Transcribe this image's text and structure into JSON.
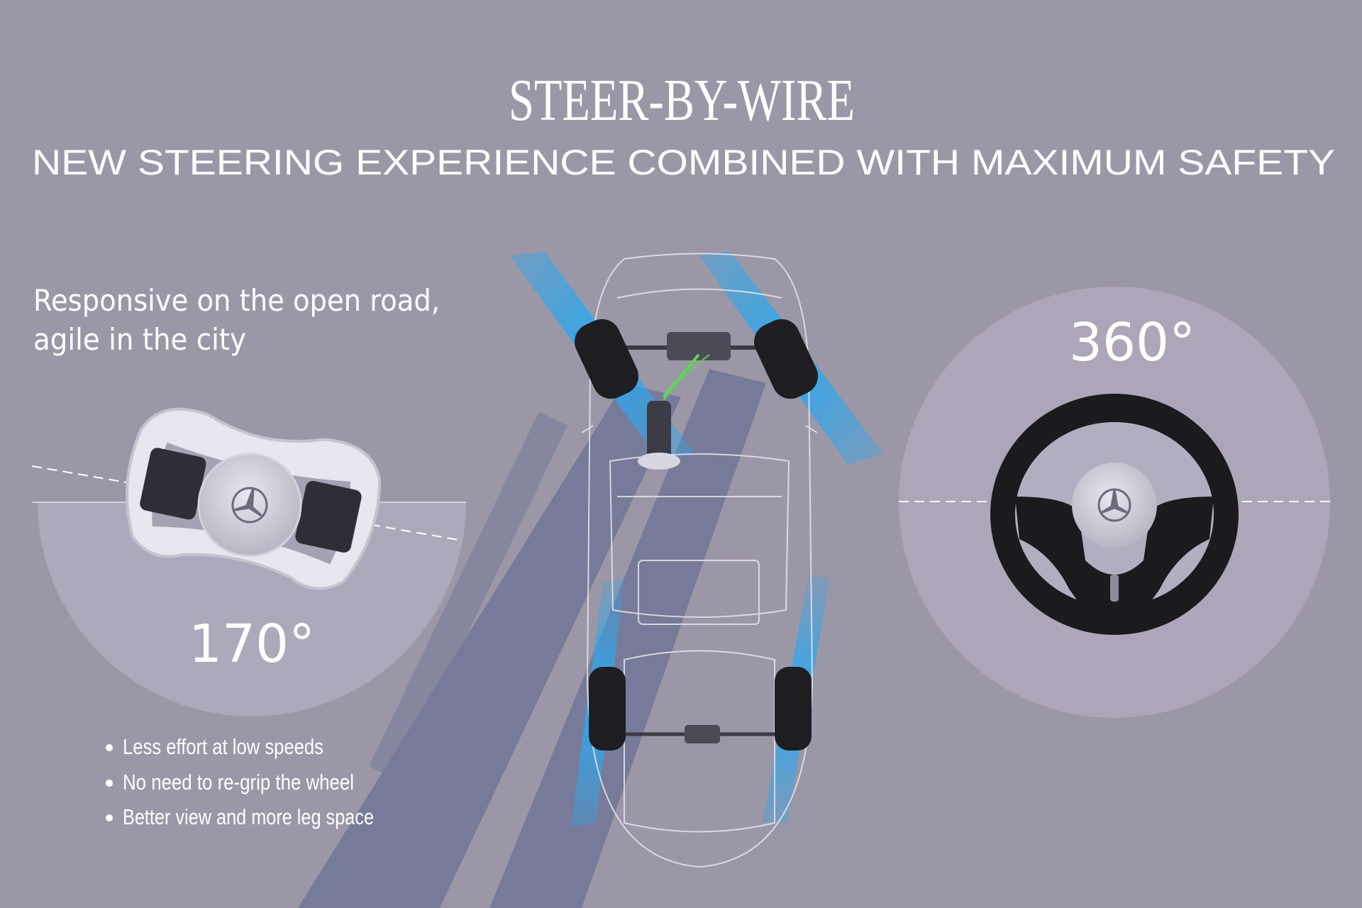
{
  "header": {
    "title": "STEER-BY-WIRE",
    "subtitle": "NEW STEERING EXPERIENCE COMBINED WITH MAXIMUM SAFETY"
  },
  "left_panel": {
    "tagline_line1": "Responsive on the open road,",
    "tagline_line2": "agile in the city",
    "angle_label": "170°",
    "bullets": [
      "Less effort at low speeds",
      "No need to re-grip the wheel",
      "Better view and more leg space"
    ]
  },
  "right_panel": {
    "angle_label": "360°"
  },
  "colors": {
    "background": "#9c97a6",
    "circle_fill": "#b7b0c3",
    "beam_blue": "#2aa8f0",
    "shadow": "#5a6590",
    "text": "#ffffff",
    "wire_green": "#5fd35a"
  }
}
